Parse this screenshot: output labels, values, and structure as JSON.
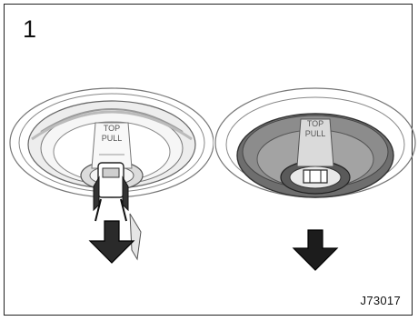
{
  "step": {
    "number": "1"
  },
  "labels": {
    "left_top": "TOP",
    "left_pull": "PULL",
    "right_top": "TOP",
    "right_pull": "PULL"
  },
  "figure": {
    "code": "J73017"
  },
  "icons": {
    "left_arrow": "down-arrow-icon",
    "right_arrow": "down-arrow-icon"
  }
}
